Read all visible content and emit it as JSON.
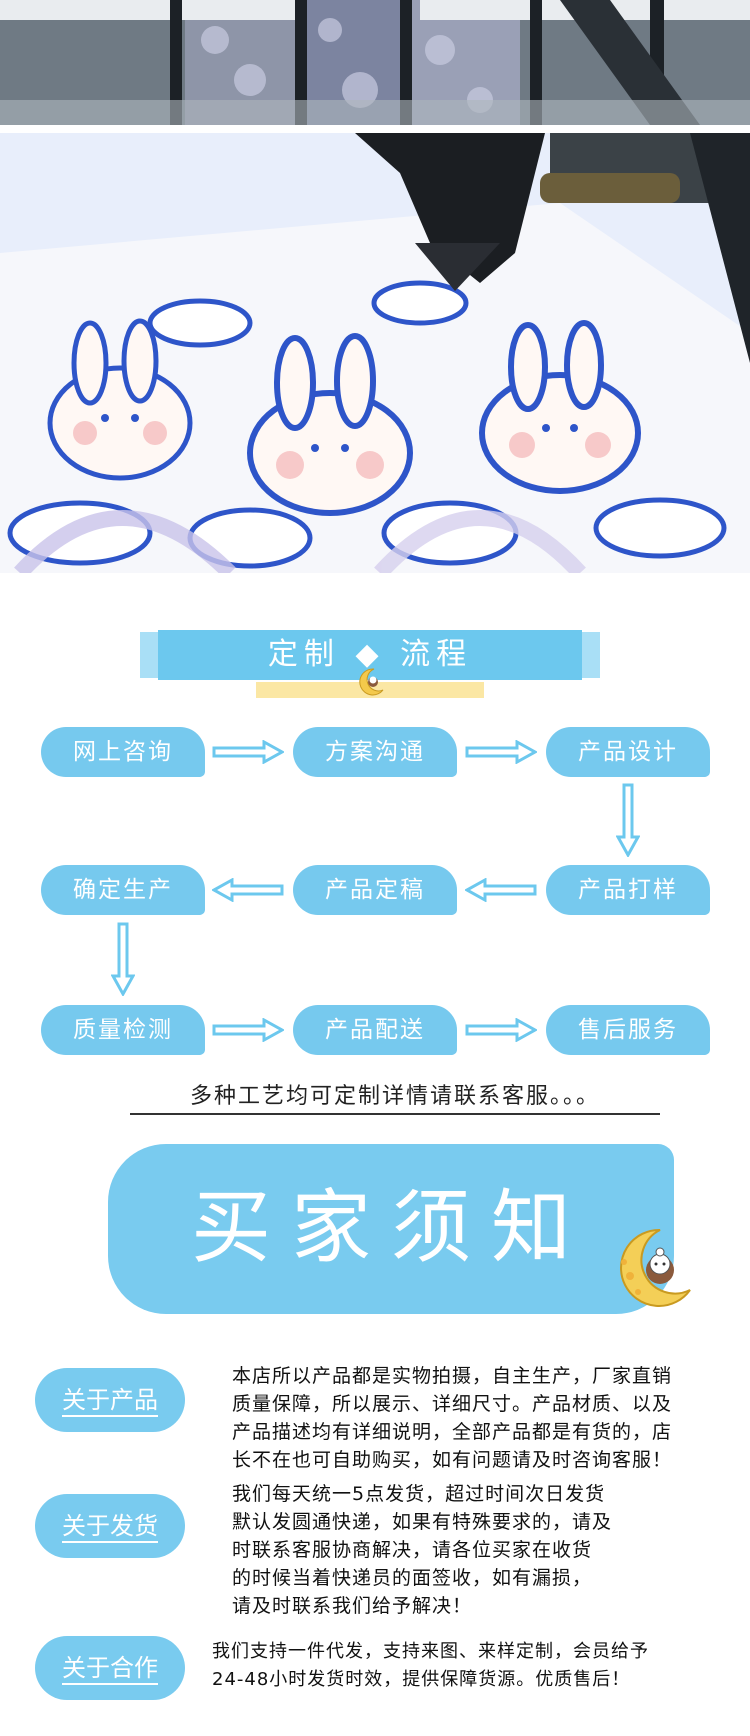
{
  "process": {
    "title": "定制 ◆ 流程",
    "steps": [
      "网上咨询",
      "方案沟通",
      "产品设计",
      "产品打样",
      "产品定稿",
      "确定生产",
      "质量检测",
      "产品配送",
      "售后服务"
    ]
  },
  "note": "多种工艺均可定制详情请联系客服。。。",
  "notice": {
    "title": "买家须知"
  },
  "sections": [
    {
      "tag": "关于产品",
      "lines": [
        "本店所以产品都是实物拍摄，自主生产，厂家直销",
        "质量保障，所以展示、详细尺寸。产品材质、以及",
        "产品描述均有详细说明，全部产品都是有货的，店",
        "长不在也可自助购买，如有问题请及时咨询客服！"
      ]
    },
    {
      "tag": "关于发货",
      "lines": [
        "我们每天统一5点发货，超过时间次日发货",
        "默认发圆通快递，如果有特殊要求的，请及",
        "时联系客服协商解决，请各位买家在收货",
        "的时候当着快递员的面签收，如有漏损，",
        "请及时联系我们给予解决！"
      ]
    },
    {
      "tag": "关于合作",
      "lines": [
        "我们支持一件代发，支持来图、来样定制，会员给予",
        "24-48小时发货时效，提供保障货源。优质售后！"
      ]
    }
  ],
  "colors": {
    "accent": "#76c9ee",
    "accent_light": "#a9dff6",
    "highlight": "#fbe7a4"
  },
  "icons": [
    "moon-icon",
    "arrow-right-icon",
    "arrow-left-icon",
    "arrow-down-icon"
  ]
}
